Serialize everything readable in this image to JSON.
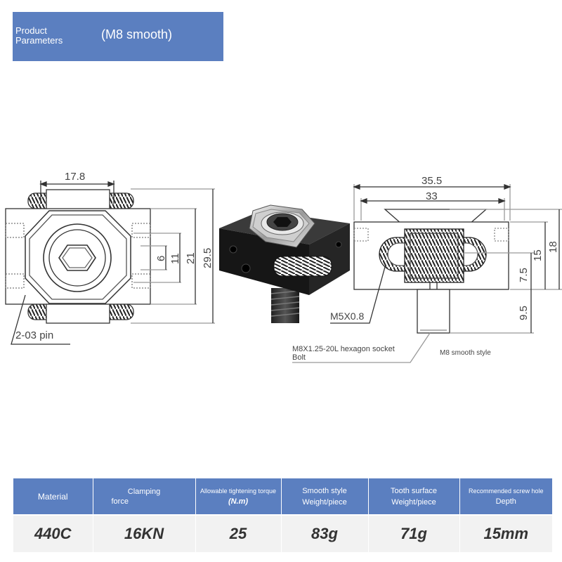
{
  "banner": {
    "title": "Product Parameters",
    "subtitle": "(M8 smooth)"
  },
  "left_drawing": {
    "dim_top_width": "17.8",
    "dim_hex": "6",
    "dim_inner": "11",
    "dim_mid": "21",
    "dim_total_height": "29.5",
    "pin_label": "2-03 pin"
  },
  "right_drawing": {
    "dim_overall_width": "35.5",
    "dim_body_width": "33",
    "dim_15": "15",
    "dim_18": "18",
    "dim_7_5": "7.5",
    "dim_9_5": "9.5",
    "thread_label": "M5X0.8",
    "bolt_label_line1": "M8X1.25-20L hexagon socket",
    "bolt_label_line2": "Bolt",
    "style_label": "M8 smooth style"
  },
  "params_table": {
    "headers": [
      {
        "main": "Material",
        "sub": ""
      },
      {
        "main": "Clamping",
        "sub": "force"
      },
      {
        "main": "Allowable tightening torque",
        "sub": "(N.m)"
      },
      {
        "main": "Smooth style",
        "sub": "Weight/piece"
      },
      {
        "main": "Tooth surface",
        "sub": "Weight/piece"
      },
      {
        "main": "Recommended screw hole",
        "sub": "Depth"
      }
    ],
    "values": [
      "440C",
      "16KN",
      "25",
      "83g",
      "71g",
      "15mm"
    ]
  },
  "colors": {
    "banner_blue": "#5b7fc0",
    "value_bg": "#f2f2f2"
  }
}
